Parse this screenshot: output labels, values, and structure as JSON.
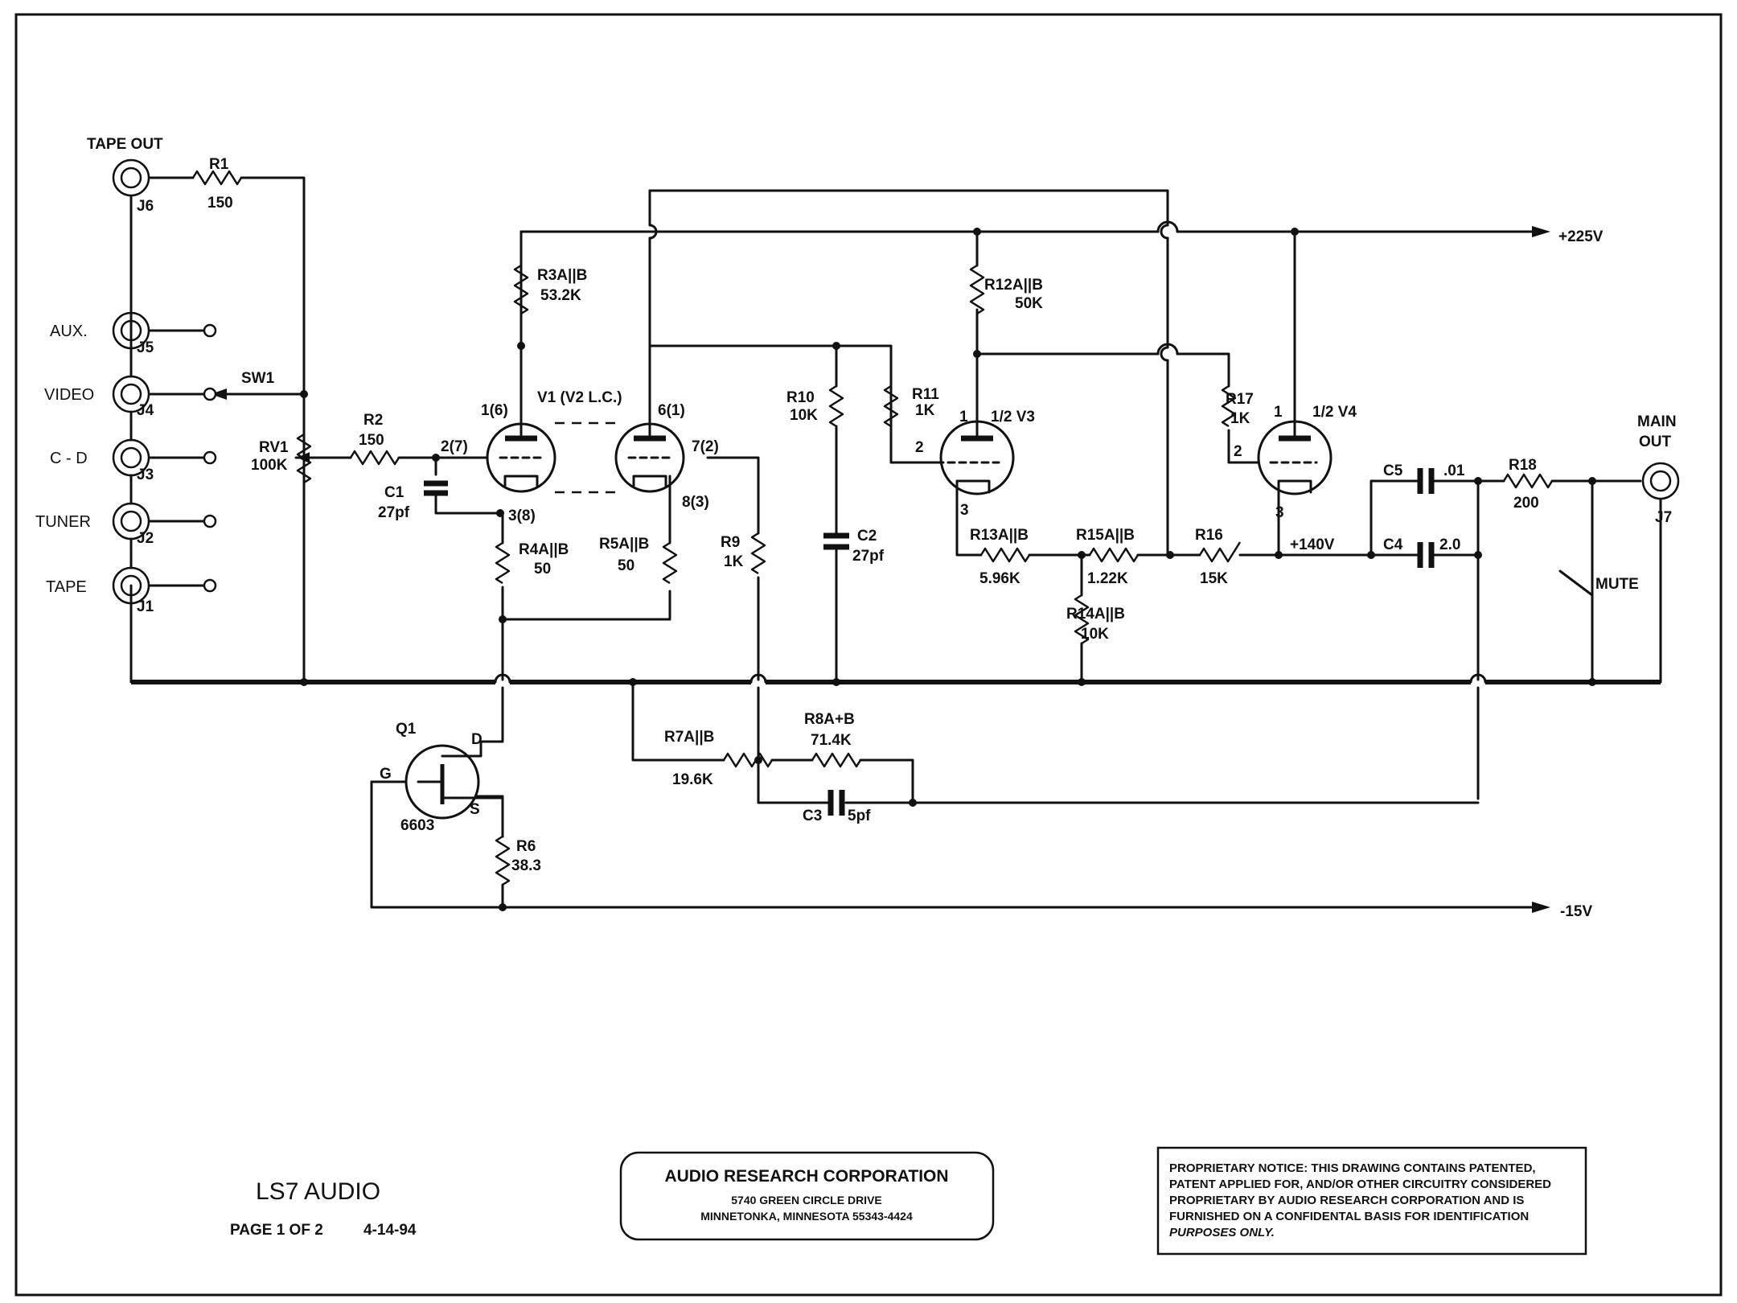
{
  "title_block": {
    "title": "LS7 AUDIO",
    "page": "PAGE 1 OF 2",
    "date": "4-14-94"
  },
  "company_box": {
    "name": "AUDIO RESEARCH CORPORATION",
    "address1": "5740 GREEN CIRCLE DRIVE",
    "address2": "MINNETONKA, MINNESOTA 55343-4424"
  },
  "notice": {
    "lines": [
      "PROPRIETARY NOTICE:  THIS DRAWING CONTAINS PATENTED,",
      "PATENT APPLIED FOR, AND/OR OTHER CIRCUITRY CONSIDERED",
      "PROPRIETARY BY AUDIO RESEARCH CORPORATION AND IS",
      "FURNISHED ON A CONFIDENTAL BASIS FOR IDENTIFICATION"
    ],
    "last_line": "PURPOSES ONLY."
  },
  "rails": {
    "plus225": "+225V",
    "plus140": "+140V",
    "minus15": "-15V"
  },
  "jacks": {
    "tape_out": {
      "label": "TAPE OUT",
      "ref": "J6"
    },
    "aux": {
      "label": "AUX.",
      "ref": "J5"
    },
    "video": {
      "label": "VIDEO",
      "ref": "J4"
    },
    "cd": {
      "label": "C - D",
      "ref": "J3"
    },
    "tuner": {
      "label": "TUNER",
      "ref": "J2"
    },
    "tape": {
      "label": "TAPE",
      "ref": "J1"
    },
    "main_out": {
      "label1": "MAIN",
      "label2": "OUT",
      "ref": "J7"
    }
  },
  "switches": {
    "sw1": "SW1",
    "mute": "MUTE"
  },
  "resistors": {
    "r1": {
      "ref": "R1",
      "value": "150"
    },
    "r2": {
      "ref": "R2",
      "value": "150"
    },
    "rv1": {
      "ref": "RV1",
      "value": "100K"
    },
    "r3": {
      "ref": "R3A||B",
      "value": "53.2K"
    },
    "r4": {
      "ref": "R4A||B",
      "value": "50"
    },
    "r5": {
      "ref": "R5A||B",
      "value": "50"
    },
    "r6": {
      "ref": "R6",
      "value": "38.3"
    },
    "r7": {
      "ref": "R7A||B",
      "value": "19.6K"
    },
    "r8": {
      "ref": "R8A+B",
      "value": "71.4K"
    },
    "r9": {
      "ref": "R9",
      "value": "1K"
    },
    "r10": {
      "ref": "R10",
      "value": "10K"
    },
    "r11": {
      "ref": "R11",
      "value": "1K"
    },
    "r12": {
      "ref": "R12A||B",
      "value": "50K"
    },
    "r13": {
      "ref": "R13A||B",
      "value": "5.96K"
    },
    "r14": {
      "ref": "R14A||B",
      "value": "10K"
    },
    "r15": {
      "ref": "R15A||B",
      "value": "1.22K"
    },
    "r16": {
      "ref": "R16",
      "value": "15K"
    },
    "r17": {
      "ref": "R17",
      "value": "1K"
    },
    "r18": {
      "ref": "R18",
      "value": "200"
    }
  },
  "capacitors": {
    "c1": {
      "ref": "C1",
      "value": "27pf"
    },
    "c2": {
      "ref": "C2",
      "value": "27pf"
    },
    "c3": {
      "ref": "C3",
      "value": "5pf"
    },
    "c4": {
      "ref": "C4",
      "value": "2.0"
    },
    "c5": {
      "ref": "C5",
      "value": ".01"
    }
  },
  "tubes": {
    "v1": {
      "label": "V1 (V2 L.C.)",
      "pin_grid_a": "2(7)",
      "pin_plate_a": "1(6)",
      "pin_cathode_a": "3(8)",
      "pin_plate_b": "6(1)",
      "pin_grid_b": "7(2)",
      "pin_cathode_b": "8(3)"
    },
    "v3": {
      "label": "1/2 V3",
      "pin_plate": "1",
      "pin_grid": "2",
      "pin_cathode": "3"
    },
    "v4": {
      "label": "1/2 V4",
      "pin_plate": "1",
      "pin_grid": "2",
      "pin_cathode": "3"
    }
  },
  "transistor": {
    "ref": "Q1",
    "part": "6603",
    "gate": "G",
    "drain": "D",
    "source": "S"
  }
}
